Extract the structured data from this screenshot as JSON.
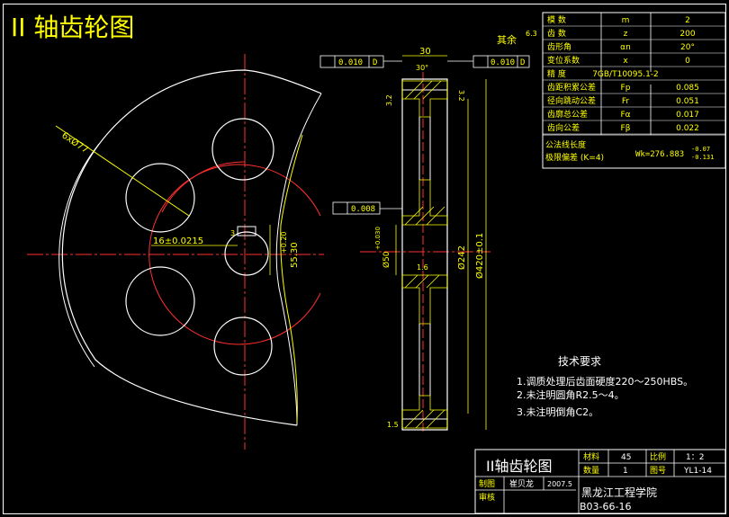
{
  "page": {
    "title": "II 轴齿轮图",
    "surface_note": "其余",
    "roughness_main": "6.3",
    "colors": {
      "background": "#000000",
      "outline": "#ffffff",
      "dimension": "#ffff00",
      "center": "#ff3030",
      "hatch": "#ffff00",
      "cyan": "#00e0ff",
      "section": "#d06020"
    }
  },
  "params_table": {
    "rows": [
      {
        "name": "模  数",
        "sym": "m",
        "val": "2"
      },
      {
        "name": "齿  数",
        "sym": "z",
        "val": "200"
      },
      {
        "name": "齿形角",
        "sym": "αn",
        "val": "20°"
      },
      {
        "name": "变位系数",
        "sym": "x",
        "val": "0"
      },
      {
        "name": "精  度",
        "sym": "7GB/T10095.1-2",
        "val": ""
      },
      {
        "name": "齿距积累公差",
        "sym": "Fp",
        "val": "0.085"
      },
      {
        "name": "径向跳动公差",
        "sym": "Fr",
        "val": "0.051"
      },
      {
        "name": "齿廓总公差",
        "sym": "Fα",
        "val": "0.017"
      },
      {
        "name": "齿向公差",
        "sym": "Fβ",
        "val": "0.022"
      }
    ],
    "common_normal_label1": "公法线长度",
    "common_normal_label2": "极限偏差 (K=4)",
    "common_normal_val": "Wk=276.883",
    "common_normal_dev_up": "-0.07",
    "common_normal_dev_low": "-0.131"
  },
  "front_view": {
    "holes_dim": "6xØ77",
    "keyway_width": "16±0.0215",
    "keyway_depth": "55.30",
    "keyway_depth_tol": "+0.20",
    "chamfer_note": "3"
  },
  "section_view": {
    "width_dim": "30",
    "angle_dim": "30°",
    "tol_box_top_left": "0.010",
    "tol_box_top_left_ref": "D",
    "tol_box_top_right": "0.010",
    "tol_box_top_right_ref": "D",
    "tol_box_mid": "0.008",
    "roughness_left": "3.2",
    "roughness_right": "3.2",
    "bore_dim": "Ø50",
    "bore_tol": "+0.030",
    "rim_dim": "Ø242",
    "outer_dim": "Ø420±0.1",
    "fillet_note": "1.6",
    "chamfer_bottom": "1.5"
  },
  "tech_requirements": {
    "heading": "技术要求",
    "items": [
      "1.调质处理后齿面硬度220～250HBS。",
      "2.未注明圆角R2.5～4。",
      "3.未注明倒角C2。"
    ]
  },
  "title_block": {
    "drawing_name": "II轴齿轮图",
    "material_label": "材料",
    "material_val": "45",
    "scale_label": "比例",
    "scale_val": "1：2",
    "qty_label": "数量",
    "qty_val": "1",
    "drawing_no_label": "图号",
    "drawing_no_val": "YL1-14",
    "drawn_label": "制图",
    "drawn_name": "崔贝龙",
    "date": "2007.5",
    "review_label": "审核",
    "school": "黑龙江工程学院",
    "class_code": "B03-66-16"
  }
}
